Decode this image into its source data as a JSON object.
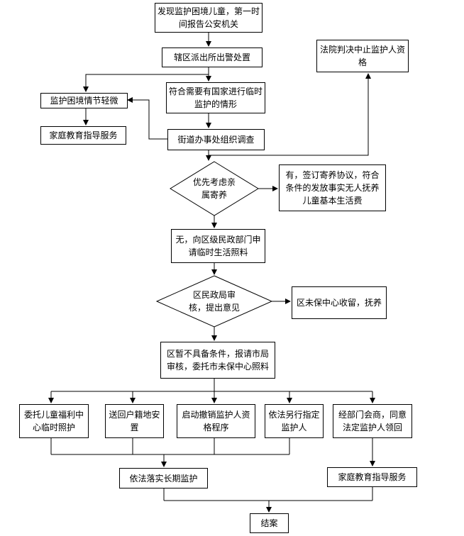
{
  "nodes": {
    "discover": "发现监护困境儿童，第一时间报告公安机关",
    "police": "辖区派出所出警处置",
    "court": "法院判决中止监护人资格",
    "meet_need": "符合需要有国家进行临时监护的情形",
    "relieved": "监护困境情节轻微",
    "family_edu_1": "家庭教育指导服务",
    "street": "街道办事处组织调查",
    "kin_decision": "优先考虑亲属寄养",
    "kin_yes": "有，签订寄养协议，符合条件的发放事实无人抚养儿童基本生活费",
    "kin_no": "无，向区级民政部门申请临时生活照料",
    "civil_review": "区民政局审核，提出意见",
    "district_center": "区未保中心收留，抚养",
    "city_review": "区暂不具备条件，报请市局审核，委托市未保中心照料",
    "welfare": "委托儿童福利中心临时照护",
    "return_home": "送回户籍地安置",
    "revoke": "启动撤销监护人资格程序",
    "appoint": "依法另行指定监护人",
    "agreed": "经部门会商，同意法定监护人领回",
    "long_term": "依法落实长期监护",
    "family_edu_2": "家庭教育指导服务",
    "close": "结案"
  }
}
